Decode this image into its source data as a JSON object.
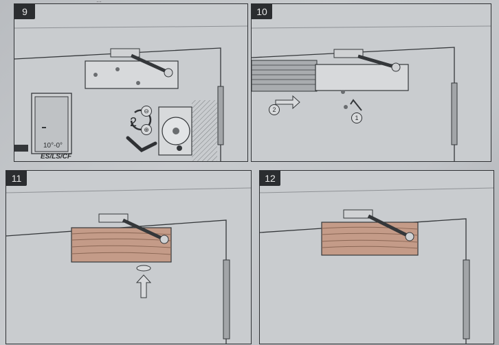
{
  "header_fragment": "…",
  "panels": [
    {
      "step": "9",
      "door_angle": "10°-0°",
      "door_models": "ES/LS/CF",
      "rotation_count": "2",
      "minus_symbol": "⊖",
      "plus_symbol": "⊕"
    },
    {
      "step": "10",
      "callout_1": "1",
      "callout_2": "2"
    },
    {
      "step": "11"
    },
    {
      "step": "12"
    }
  ],
  "colors": {
    "panel_bg": "#c9cccf",
    "line": "#2e3033",
    "badge_bg": "#2b2d30",
    "wood": "#c49b88"
  }
}
